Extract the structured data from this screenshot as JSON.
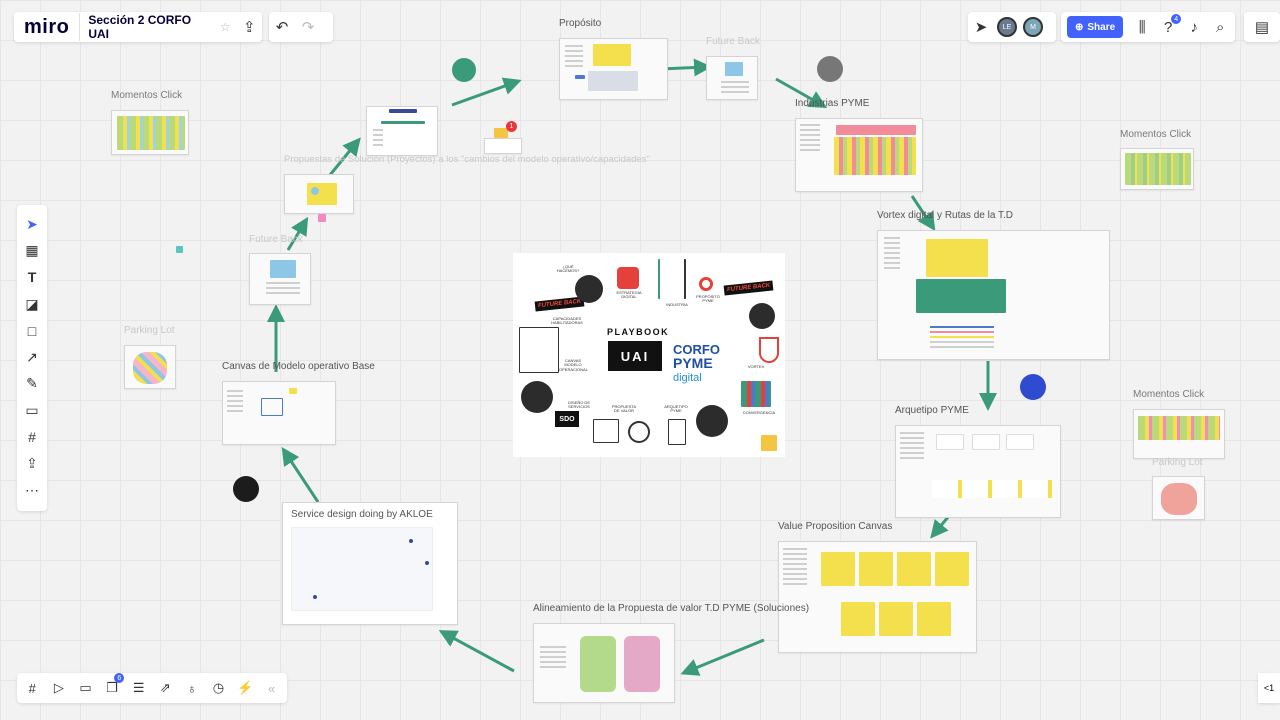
{
  "app": {
    "logo": "miro",
    "board_title": "Sección 2 CORFO UAI"
  },
  "topbar_right": {
    "avatars": [
      {
        "initials": "LE",
        "color": "#6b7a8f"
      },
      {
        "initials": "M",
        "color": "#7aa6b8"
      }
    ],
    "share_label": "Share",
    "help_badge": "4"
  },
  "frames": {
    "proposito": "Propósito",
    "future_back_top": "Future Back",
    "industrias": "Industrias PYME",
    "momentos_left": "Momentos Click",
    "propuestas": "Propuestas de Solución (Proyectos) a los \"cambios del modelo operativo/capacidades\"",
    "momentos_right_top": "Momentos Click",
    "vortex": "Vortex digital y Rutas de la T.D",
    "future_back_left": "Future Back",
    "parking_left": "Parking Lot",
    "canvas_base": "Canvas de Modelo operativo Base",
    "arquetipo": "Arquetipo PYME",
    "momentos_right_bottom": "Momentos Click",
    "parking_right": "Parking Lot",
    "service_design": "Service design doing by AKLOE",
    "value_prop": "Value Proposition Canvas",
    "alineamiento": "Alineamiento de la Propuesta de valor T.D PYME (Soluciones)"
  },
  "playbook": {
    "title": "PLAYBOOK",
    "uai": "UAI",
    "corfo": "CORFO",
    "pyme": "PYME",
    "digital": "digital",
    "future_back": "FUTURE BACK",
    "sdo": "SDO",
    "labels": {
      "que_hacemos": "¿QUÉ HACEMOS?",
      "capacidades": "CAPACIDADES HABILITADORAS",
      "estrategia": "ESTRATEGIA DIGITAL",
      "industria": "INDUSTRIA",
      "proposito": "PROPÓSITO PYME",
      "canvas": "CANVAS MODELO OPERACIONAL",
      "vortex": "VORTEX",
      "diseno": "DISEÑO DE SERVICIOS",
      "propuesta": "PROPUESTA DE VALOR",
      "arquetipo": "ARQUETIPO PYME",
      "convergencia": "CONVERGENCIA"
    }
  },
  "comment_count": "1",
  "bottombar": {
    "notification_count": "6"
  },
  "zoom_label": "<1",
  "icons": {
    "top": [
      "upload-icon",
      "undo-icon",
      "redo-icon"
    ],
    "top_right": [
      "cursor-icon",
      "settings-sliders-icon",
      "help-icon",
      "bell-icon",
      "search-icon",
      "side-panel-icon"
    ],
    "left_tools": [
      "select-icon",
      "templates-icon",
      "text-icon",
      "sticky-note-icon",
      "shape-icon",
      "arrow-icon",
      "pen-icon",
      "comment-icon",
      "frame-icon",
      "upload-icon",
      "more-icon"
    ],
    "bottom": [
      "frames-icon",
      "presentation-icon",
      "chat-icon",
      "cards-icon",
      "list-icon",
      "share-screen-icon",
      "vote-icon",
      "timer-icon",
      "power-icon",
      "collapse-icon"
    ]
  }
}
